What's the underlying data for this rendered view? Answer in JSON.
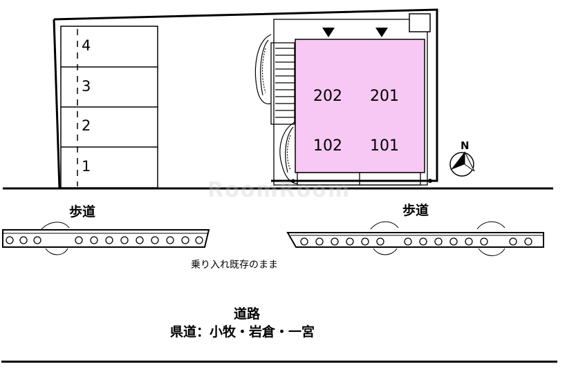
{
  "parking_spaces": [
    "4",
    "3",
    "2",
    "1"
  ],
  "units": {
    "upper_left": "202",
    "upper_right": "201",
    "lower_left": "102",
    "lower_right": "101"
  },
  "compass": {
    "label": "N"
  },
  "sidewalk_left": "歩道",
  "sidewalk_right": "歩道",
  "entrance_note": "乗り入れ既存のまま",
  "road": {
    "label": "道路",
    "name": "県道：小牧・岩倉・一宮"
  },
  "colors": {
    "building_fill": "#f6c8f3",
    "line": "#000000",
    "background": "#ffffff"
  }
}
